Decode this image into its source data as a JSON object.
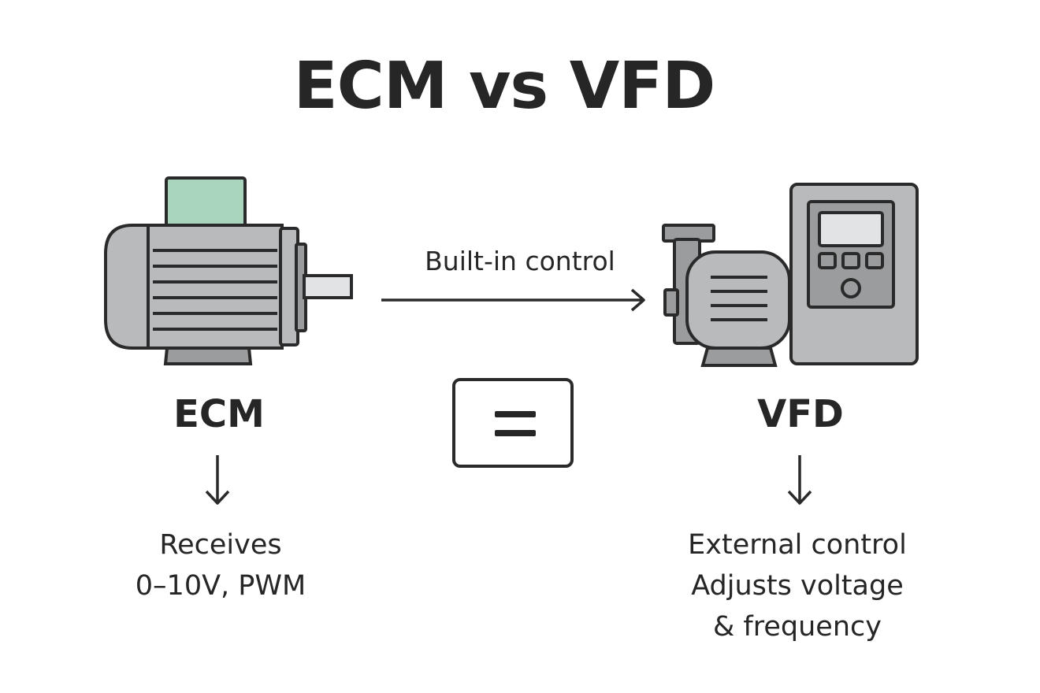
{
  "title": "ECM vs VFD",
  "left": {
    "label": "ECM",
    "description_lines": [
      "Receives",
      "0–10V, PWM"
    ],
    "icon": "motor-icon"
  },
  "middle": {
    "arrow_label": "Built-in control",
    "equals_symbol": "="
  },
  "right": {
    "label": "VFD",
    "description_lines": [
      "External control",
      "Adjusts voltage",
      "& frequency"
    ],
    "icon": "pump-with-drive-icon"
  },
  "colors": {
    "outline": "#2a2a2a",
    "metal_gray": "#b8babc",
    "dark_gray": "#9a9c9e",
    "terminal_box_green": "#a9d4bd",
    "display_screen": "#e2e3e4"
  }
}
